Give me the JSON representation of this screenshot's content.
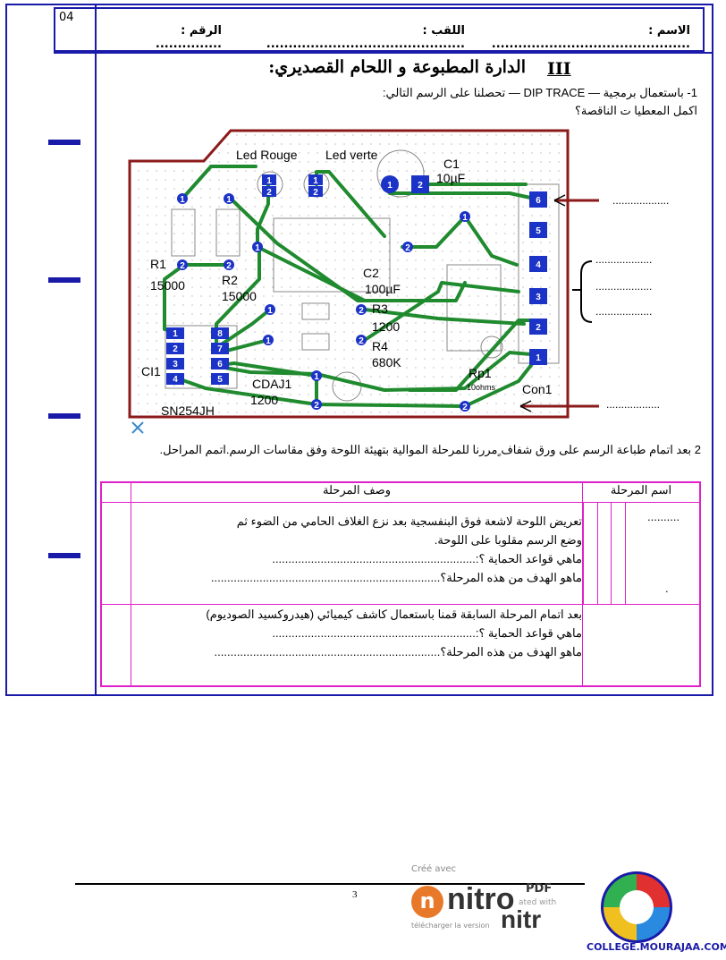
{
  "header": {
    "page_corner_number": "04",
    "name_label": "الاسم : .............................................",
    "surname_label": "اللقب : .............................................",
    "number_label": "الرقم : ..............."
  },
  "section": {
    "roman_numeral": "III",
    "title": "الدارة المطبوعة و اللحام القصديري:",
    "q1_line1": "1- باستعمال برمجية — DIP TRACE — تحصلنا على الرسم التالي:",
    "q1_line2": "اكمل المعطيا ت الناقصة؟",
    "q2_text": "2 بعد اتمام طباعة الرسم على ورق شفاف ٍمررنا للمرحلة الموالية بتهيئة اللوحة وفق مقاسات الرسم.اتمم المراحل."
  },
  "pcb": {
    "led_rouge": "Led Rouge",
    "led_verte": "Led verte",
    "c1_name": "C1",
    "c1_value": "10µF",
    "r1_name": "R1",
    "r1_value": "15000",
    "r2_name": "R2",
    "r2_value": "15000",
    "c2_name": "C2",
    "c2_value": "100µF",
    "r3_name": "R3",
    "r3_value": "1200",
    "r4_name": "R4",
    "r4_value": "680K",
    "ci1_name": "CI1",
    "ic_part": "SN254JH",
    "cdaj_name": "CDAJ1",
    "cdaj_value": "1200",
    "rp1_name": "Rp1",
    "rp1_value": "10ohms",
    "con1_name": "Con1",
    "connector_pins": [
      "6",
      "5",
      "4",
      "3",
      "2",
      "1"
    ],
    "ic_left_pins": [
      "1",
      "2",
      "3",
      "4"
    ],
    "ic_right_pins": [
      "8",
      "7",
      "6",
      "5"
    ],
    "pad_labels": {
      "one": "1",
      "two": "2"
    },
    "answer_dots_top": "...................",
    "answer_dots_mid1": "...................",
    "answer_dots_mid2": "...................",
    "answer_dots_mid3": "...................",
    "answer_dots_bottom": ".................."
  },
  "table": {
    "col_stage_name": "اسم المرحلة",
    "col_stage_desc": "وصف المرحلة",
    "row1_name_dots": "..........",
    "row1_name_dot": ".",
    "row1_desc_line1": "تعريض اللوحة لاشعة فوق البنفسجية بعد نزع الغلاف الحامي من الضوء ثم",
    "row1_desc_line2": "وضع الرسم مقلوبا على اللوحة.",
    "row1_desc_line3": "ماهي قواعد الحماية ؟:...............................................................",
    "row1_desc_line4": "ماهو الهدف من هذه المرحلة؟.......................................................................",
    "row2_desc_line1": "بعد اتمام المرحلة السابقة قمنا باستعمال كاشف كيميائي (هيدروكسيد الصوديوم)",
    "row2_desc_line2": "ماهي قواعد الحماية ؟:...............................................................",
    "row2_desc_line3": "ماهو الهدف من هذه المرحلة؟......................................................................"
  },
  "footer": {
    "page_number": "3",
    "nitro_created": "Créé avec",
    "nitro_brand": "nitro",
    "nitro_pdf": "PDF",
    "nitro_sub": "ated with",
    "nitro_download": "télécharger la version",
    "nitro_brand2": "nitr",
    "site": "COLLEGE.MOURAJAA.COM"
  },
  "colors": {
    "frame_blue": "#1a1aa8",
    "trace_green": "#1f8a2e",
    "pad_blue": "#1c33c8",
    "board_outline": "#8b1a1a",
    "table_pink": "#e020c8"
  }
}
